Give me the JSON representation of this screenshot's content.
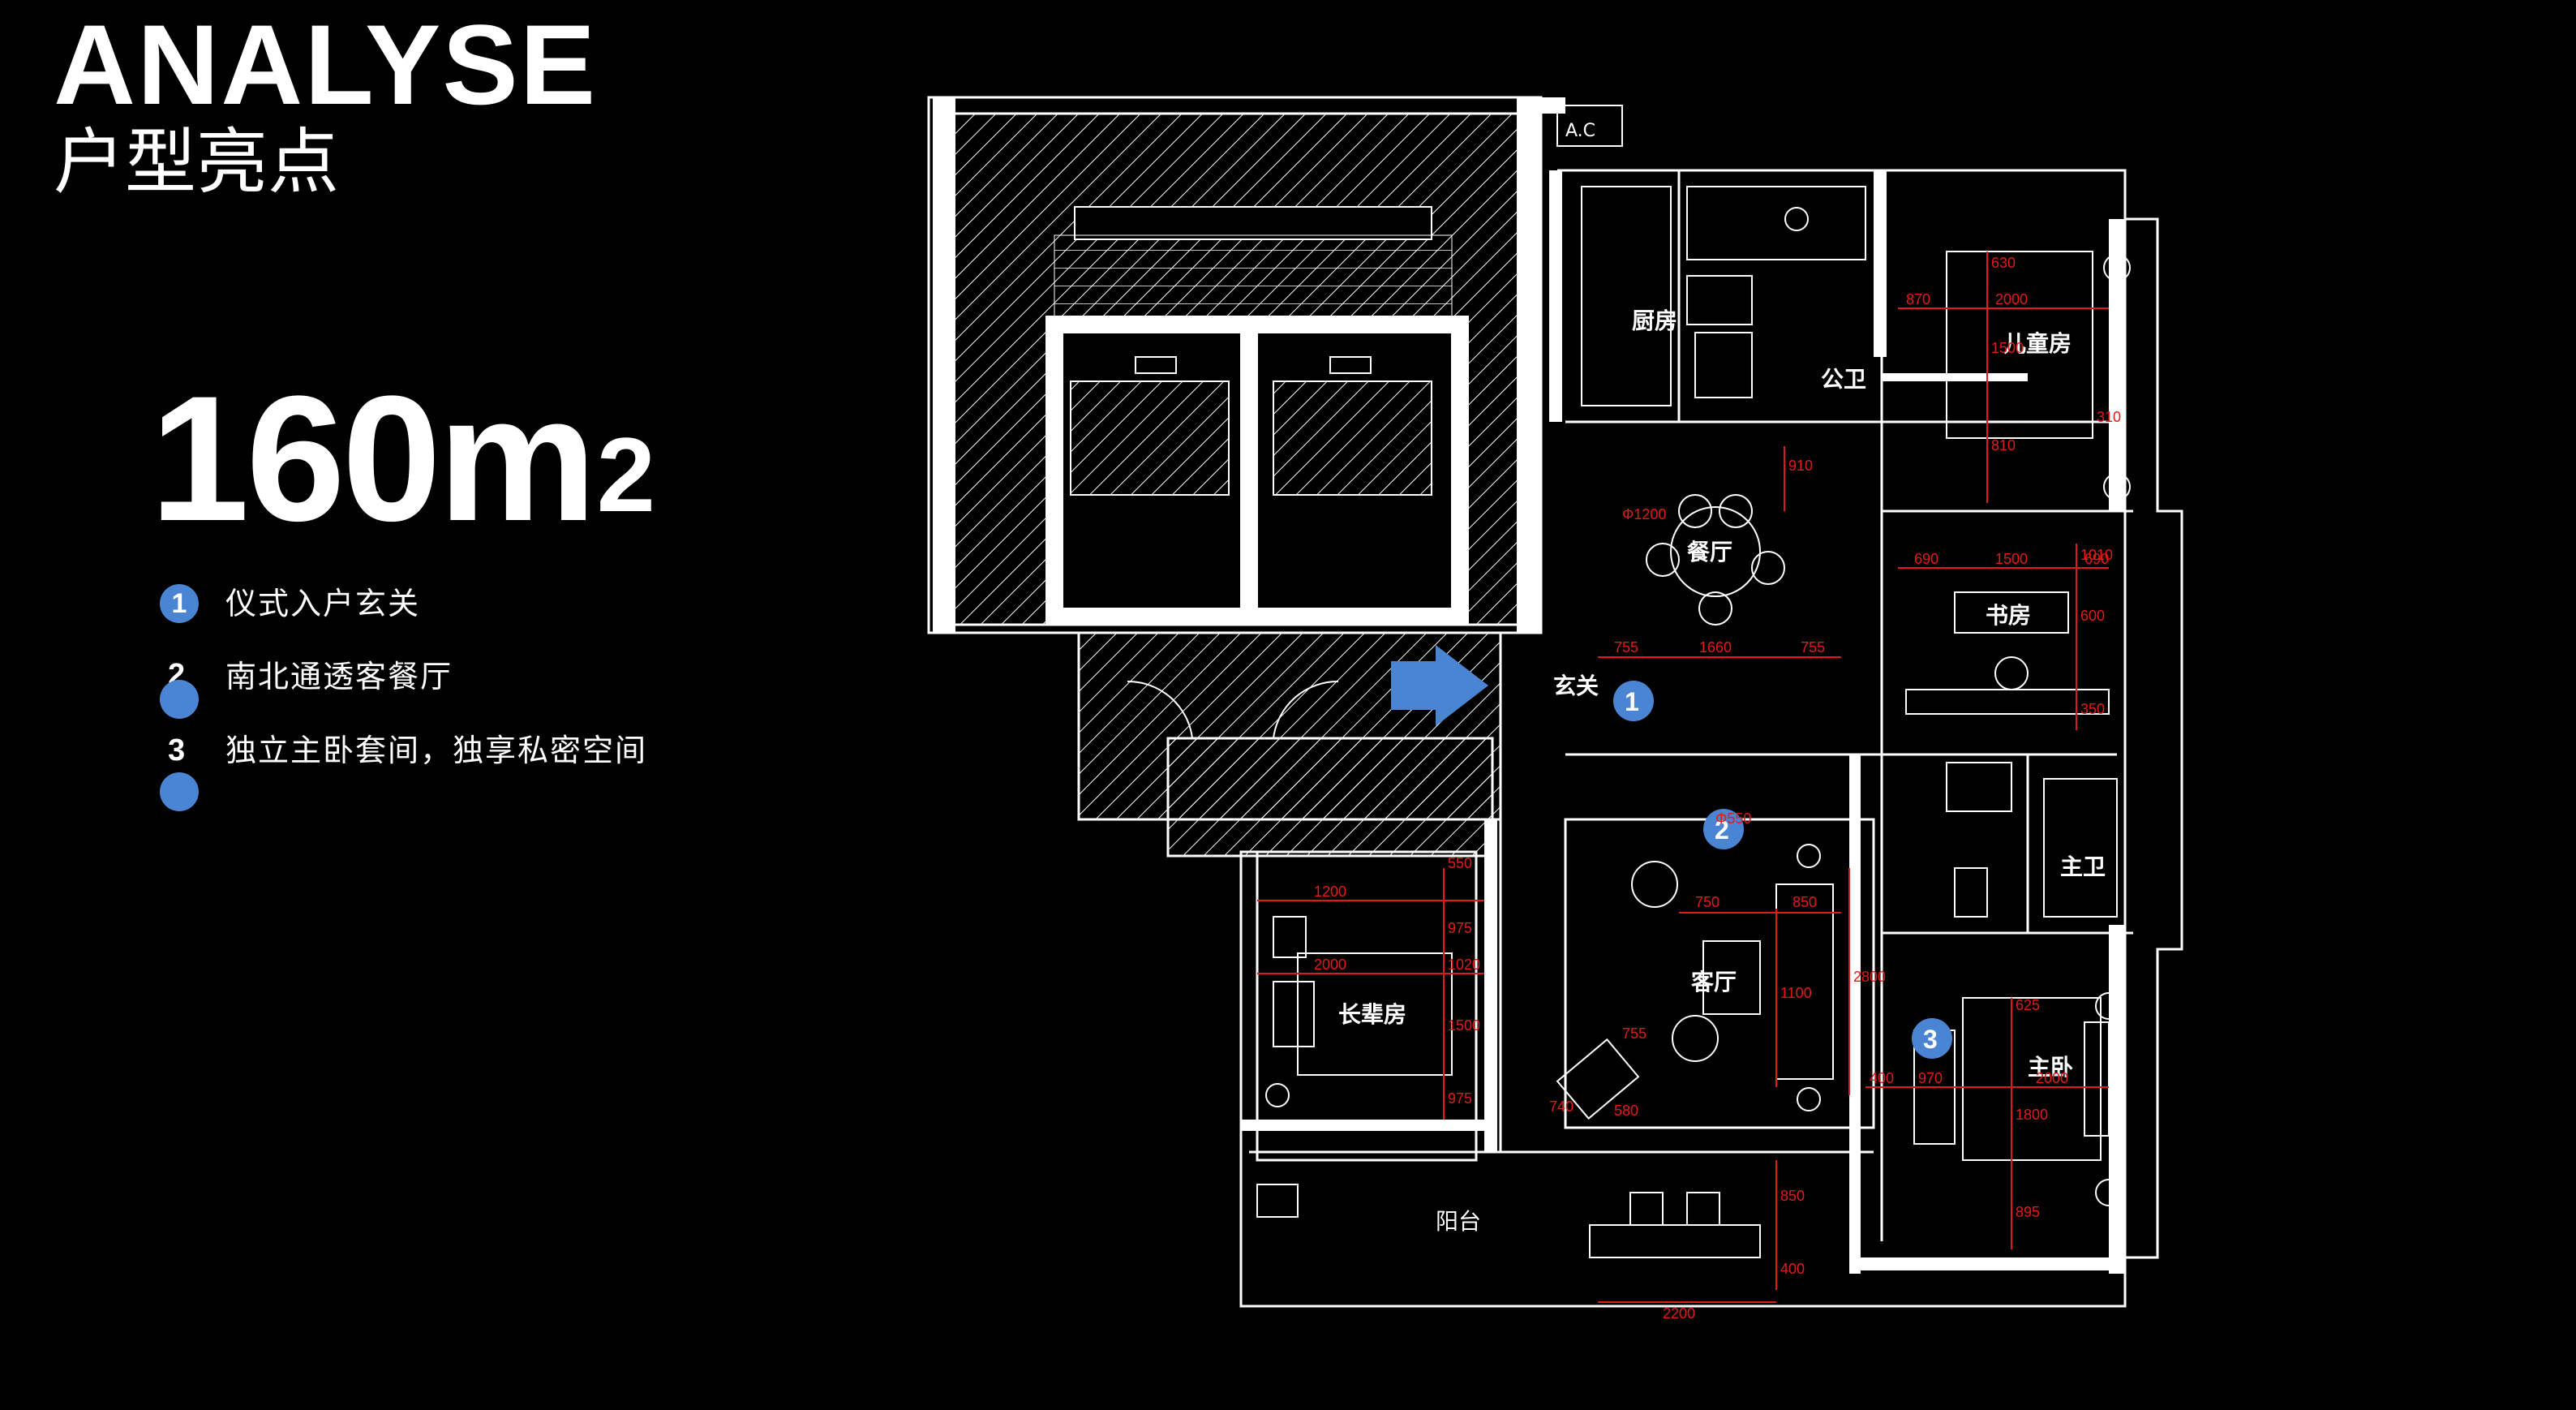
{
  "header": {
    "title": "ANALYSE",
    "subtitle": "户型亮点"
  },
  "area": {
    "value": "160m",
    "superscript": "2"
  },
  "features": [
    {
      "num": "1",
      "text": "仪式入户玄关"
    },
    {
      "num": "2",
      "text": "南北通透客餐厅"
    },
    {
      "num": "3",
      "text": "独立主卧套间，独享私密空间"
    }
  ],
  "plan": {
    "rooms": {
      "kitchen": "厨房",
      "public_bath": "公卫",
      "kids_room": "儿童房",
      "dining": "餐厅",
      "study": "书房",
      "entrance": "玄关",
      "master_bath": "主卫",
      "elder_room": "长辈房",
      "living": "客厅",
      "master_bed": "主卧",
      "balcony": "阳台",
      "ac": "A.C"
    },
    "badges": {
      "b1": "1",
      "b2": "2",
      "b3": "3"
    },
    "dims": {
      "d_kid_870": "870",
      "d_kid_2000": "2000",
      "d_kid_630": "630",
      "d_kid_1500": "1500",
      "d_kid_810": "810",
      "d_kid_310": "310",
      "d_din_910": "910",
      "d_din_phi": "Φ1200",
      "d_din_755a": "755",
      "d_din_1660": "1660",
      "d_din_755b": "755",
      "d_st_690a": "690",
      "d_st_1500": "1500",
      "d_st_690b": "690",
      "d_st_1010": "1010",
      "d_st_600": "600",
      "d_st_350": "350",
      "d_liv_phi": "Φ550",
      "d_liv_750": "750",
      "d_liv_850": "850",
      "d_liv_2800": "2800",
      "d_liv_1100": "1100",
      "d_liv_755": "755",
      "d_liv_740": "740",
      "d_liv_580": "580",
      "d_eld_550": "550",
      "d_eld_1200": "1200",
      "d_eld_975": "975",
      "d_eld_2000": "2000",
      "d_eld_1020": "1020",
      "d_eld_1500": "1500",
      "d_eld_975b": "975",
      "d_mb_400": "400",
      "d_mb_970": "970",
      "d_mb_2000": "2000",
      "d_mb_625": "625",
      "d_mb_1800": "1800",
      "d_mb_895": "895",
      "d_bal_850": "850",
      "d_bal_400": "400",
      "d_bal_2200": "2200"
    }
  },
  "colors": {
    "accent": "#4a85d4",
    "dimension": "#e21a1a",
    "wall": "#ffffff",
    "background": "#000000"
  }
}
